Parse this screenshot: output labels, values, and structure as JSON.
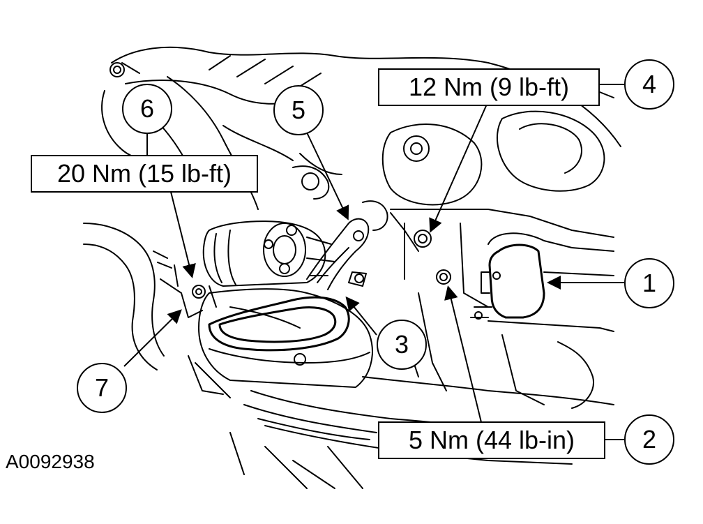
{
  "figure_id": "A0092938",
  "torque_specs": {
    "spec_20": "20 Nm (15 lb-ft)",
    "spec_12": "12 Nm (9 lb-ft)",
    "spec_5": "5 Nm (44 lb-in)"
  },
  "callouts": {
    "c1": "1",
    "c2": "2",
    "c3": "3",
    "c4": "4",
    "c5": "5",
    "c6": "6",
    "c7": "7"
  }
}
